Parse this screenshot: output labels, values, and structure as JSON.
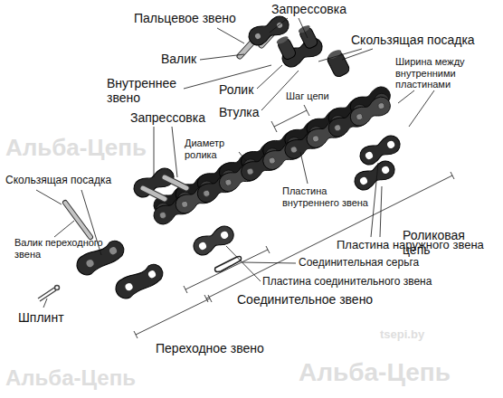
{
  "diagram": {
    "labels": [
      "Пальцевое звено",
      "Запрессовка",
      "Валик",
      "Внутреннее звено",
      "Ролик",
      "Втулка",
      "Скользящая посадка",
      "Ширина между внутренними пластинами",
      "Шаг цепи",
      "Запрессовка",
      "Диаметр ролика",
      "Пластина внутреннего звена",
      "Роликовая цепь",
      "Скользящая посадка",
      "Валик переходного звена",
      "Пластина наружного звена",
      "Соединительная серьга",
      "Пластина соединительного звена",
      "Соединительное звено",
      "Шплинт",
      "Переходное звено",
      "Альба-Цепь",
      "Альба-Цепь",
      "Альба-Цепь",
      "tsepi.by"
    ]
  }
}
